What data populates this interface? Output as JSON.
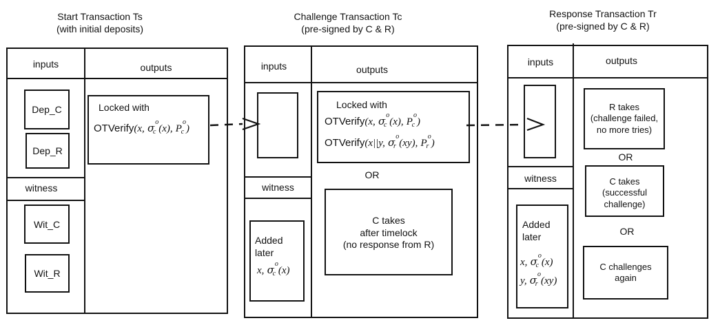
{
  "columns": [
    {
      "title": "Start Transaction Ts",
      "subtitle": "(with initial deposits)",
      "inputs_header": "inputs",
      "outputs_header": "outputs",
      "witness_header": "witness",
      "inputs": [
        "Dep_C",
        "Dep_R"
      ],
      "witness": [
        "Wit_C",
        "Wit_R"
      ],
      "output_box": {
        "label": "Locked with",
        "fn": "OTVerify",
        "x": "x,",
        "sigma": "σ",
        "o": "o",
        "c": "c",
        "arg": "(x),",
        "P": "P",
        "close": ")"
      }
    },
    {
      "title": "Challenge Transaction Tc",
      "subtitle": "(pre-signed by C & R)",
      "inputs_header": "inputs",
      "outputs_header": "outputs",
      "witness_header": "witness",
      "output_box": {
        "label": "Locked with",
        "fn1": "OTVerify",
        "line1_x": "x,",
        "sigma": "σ",
        "o": "o",
        "c": "c",
        "r": "r",
        "arg1": "(x),",
        "P": "P",
        "close": ")",
        "fn2": "OTVerify",
        "line2_x": "x||y,",
        "arg2": "(xy),"
      },
      "or_label": "OR",
      "timelock_box": [
        "C takes",
        "after timelock",
        "(no response from R)"
      ],
      "witness_box": {
        "lines": [
          "Added",
          "later"
        ],
        "x": "x,",
        "sigma": "σ",
        "o": "o",
        "c": "c",
        "arg": "(x)"
      }
    },
    {
      "title": "Response Transaction Tr",
      "subtitle": "(pre-signed by C & R)",
      "inputs_header": "inputs",
      "outputs_header": "outputs",
      "witness_header": "witness",
      "outputs": [
        [
          "R takes",
          "(challenge failed,",
          "no more tries)"
        ],
        [
          "C takes",
          "(successful",
          "challenge)"
        ],
        [
          "C challenges",
          "again"
        ]
      ],
      "or_labels": [
        "OR",
        "OR"
      ],
      "witness_box": {
        "lines": [
          "Added",
          "later"
        ],
        "x": "x,",
        "y": "y,",
        "sigma": "σ",
        "o": "o",
        "c": "c",
        "r": "r",
        "arg1": "(x)",
        "arg2": "(xy)"
      }
    }
  ]
}
